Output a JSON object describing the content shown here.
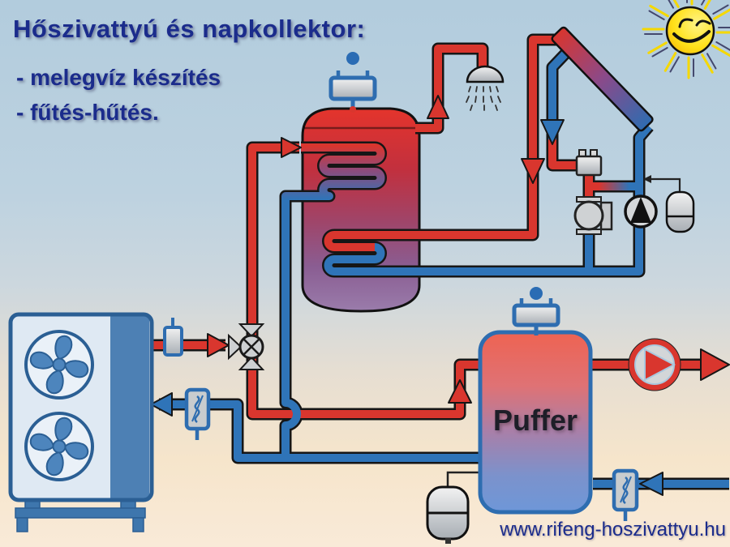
{
  "header": {
    "title": "Hőszivattyú és napkollektor:",
    "bullets": [
      "-  melegvíz készítés",
      "-  fűtés-hűtés."
    ]
  },
  "diagram": {
    "buffer_label": "Puffer",
    "icons": {
      "sun": "smiling-sun",
      "solar_collector": "angled-gradient-panel",
      "shower": "shower-head-with-spray",
      "hot_water_tank": "cylinder-with-two-coils",
      "heat_pump": "outdoor-unit-two-fans",
      "three_way_valve": "circle-x-with-triangles",
      "circulation_pump": "circle-with-triangle",
      "expansion_vessel": "membrane-tank",
      "air_vent": "safety-group-with-ball",
      "magnetic_filter": "box-with-squiggle"
    }
  },
  "footer": {
    "website": "www.rifeng-hoszivattyu.hu"
  },
  "colors": {
    "hot_pipe": "#d9362e",
    "cold_pipe": "#2f74b8",
    "pipe_outline": "#161616",
    "heading_text": "#1b2c8c",
    "buffer_label_text": "#1e1e28",
    "website_text": "#1b2c8c",
    "sun_yellow": "#ffe11a",
    "equipment_blue": "#2b5f94",
    "sky_top": "#b2ccdd",
    "sunset_bottom": "#f9ead8"
  }
}
